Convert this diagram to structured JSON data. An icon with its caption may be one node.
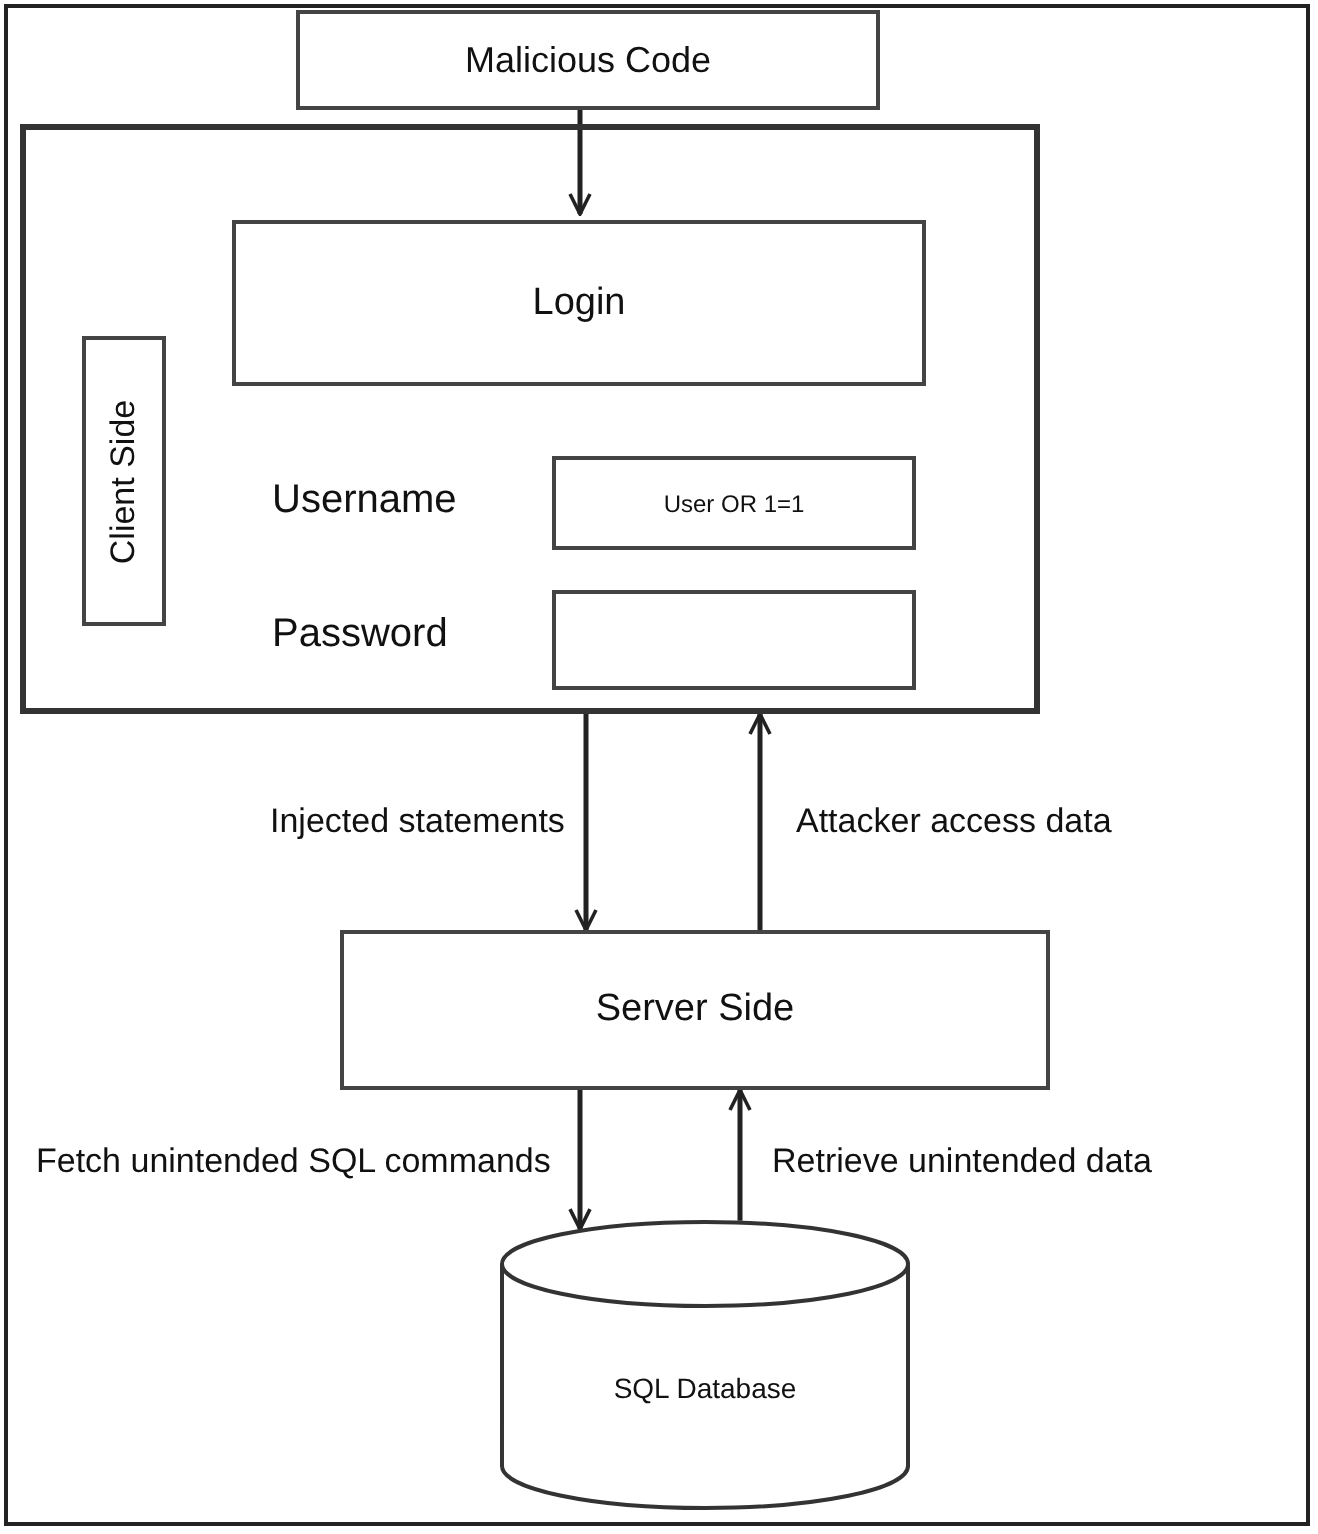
{
  "diagram": {
    "nodes": [
      {
        "text": [
          "Malicious Code"
        ]
      },
      {
        "text": [],
        "shape": "box"
      },
      {
        "text": [
          "Login"
        ],
        "in": 1
      },
      {
        "text": [
          "Client Side"
        ],
        "in": 1
      },
      {
        "text": [
          "User OR 1=1"
        ],
        "in": 1,
        "beside": [
          "Username"
        ]
      },
      {
        "text": [],
        "shape": "box",
        "in": 1,
        "beside": [
          "Password"
        ]
      },
      {
        "text": [
          "Server Side"
        ]
      },
      {
        "text": [
          "SQL Database"
        ]
      }
    ],
    "edges": [
      {
        "from": 0,
        "to": 2,
        "arrow": "to"
      },
      {
        "from": 1,
        "to": 6,
        "arrow": "to",
        "label": "Injected statements"
      },
      {
        "from": 6,
        "to": 1,
        "arrow": "to",
        "label": "Attacker access data"
      },
      {
        "from": 6,
        "to": 7,
        "arrow": "to",
        "label": "Fetch unintended SQL commands"
      },
      {
        "from": 7,
        "to": 6,
        "arrow": "to",
        "label": "Retrieve unintended data"
      }
    ]
  }
}
